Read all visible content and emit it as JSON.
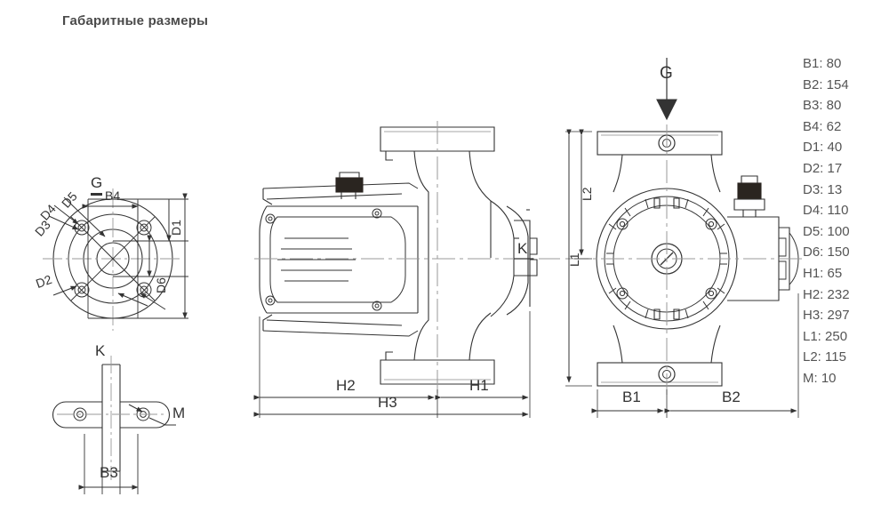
{
  "page": {
    "title": "Габаритные размеры",
    "background": "#ffffff",
    "line_color": "#333333",
    "text_color": "#555555"
  },
  "dimension_table": {
    "type": "table",
    "rows": [
      {
        "key": "B1",
        "label": "B1: 80",
        "value": 80
      },
      {
        "key": "B2",
        "label": "B2: 154",
        "value": 154
      },
      {
        "key": "B3",
        "label": "B3: 80",
        "value": 80
      },
      {
        "key": "B4",
        "label": "B4: 62",
        "value": 62
      },
      {
        "key": "D1",
        "label": "D1: 40",
        "value": 40
      },
      {
        "key": "D2",
        "label": "D2: 17",
        "value": 17
      },
      {
        "key": "D3",
        "label": "D3: 13",
        "value": 13
      },
      {
        "key": "D4",
        "label": "D4: 110",
        "value": 110
      },
      {
        "key": "D5",
        "label": "D5: 100",
        "value": 100
      },
      {
        "key": "D6",
        "label": "D6: 150",
        "value": 150
      },
      {
        "key": "H1",
        "label": "H1: 65",
        "value": 65
      },
      {
        "key": "H2",
        "label": "H2: 232",
        "value": 232
      },
      {
        "key": "H3",
        "label": "H3: 297",
        "value": 297
      },
      {
        "key": "L1",
        "label": "L1: 250",
        "value": 250
      },
      {
        "key": "L2",
        "label": "L2: 115",
        "value": 115
      },
      {
        "key": "M",
        "label": "M: 10",
        "value": 10
      }
    ]
  },
  "views": {
    "flange": {
      "name": "flange-view",
      "section_label": "G",
      "view_marker": "K",
      "callouts": [
        "D5",
        "D4",
        "D3",
        "D2"
      ],
      "dims": [
        "B4",
        "D1",
        "D6"
      ]
    },
    "bracket": {
      "name": "bracket-view",
      "view_label": "K",
      "callouts": [
        "M"
      ],
      "dims": [
        "B3"
      ]
    },
    "side": {
      "name": "side-view",
      "section_marker": "K",
      "dims": [
        "H2",
        "H1",
        "H3"
      ]
    },
    "front": {
      "name": "front-view",
      "section_label": "G",
      "dims": [
        "L2",
        "L1",
        "B1",
        "B2"
      ]
    }
  },
  "labels": {
    "G": "G",
    "K": "K",
    "M": "M",
    "B1": "B1",
    "B2": "B2",
    "B3": "B3",
    "B4": "B4",
    "D1": "D1",
    "D2": "D2",
    "D3": "D3",
    "D4": "D4",
    "D5": "D5",
    "D6": "D6",
    "H1": "H1",
    "H2": "H2",
    "H3": "H3",
    "L1": "L1",
    "L2": "L2"
  }
}
